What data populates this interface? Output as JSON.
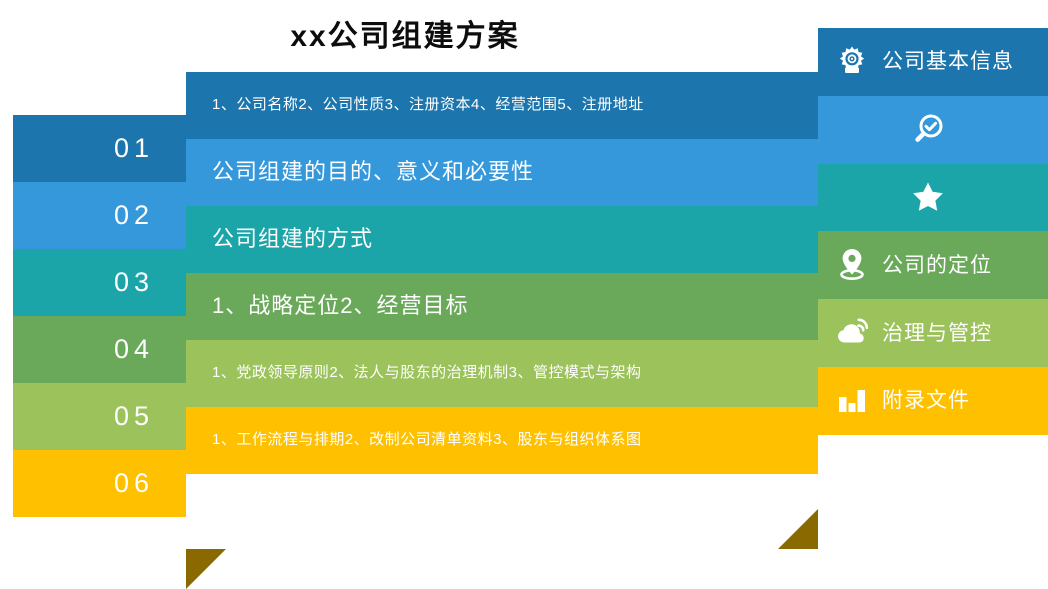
{
  "title": "xx公司组建方案",
  "palette": {
    "c1": "#1d75ad",
    "c2": "#3498db",
    "c3": "#1ba5a8",
    "c4": "#6aa85a",
    "c5": "#9cc25c",
    "c6": "#ffc000",
    "fold": "#8a6a00",
    "title_color": "#0d0d0d",
    "text_color": "#ffffff"
  },
  "numbers": [
    {
      "label": "01",
      "color": "#1d75ad"
    },
    {
      "label": "02",
      "color": "#3498db"
    },
    {
      "label": "03",
      "color": "#1ba5a8"
    },
    {
      "label": "04",
      "color": "#6aa85a"
    },
    {
      "label": "05",
      "color": "#9cc25c"
    },
    {
      "label": "06",
      "color": "#ffc000"
    }
  ],
  "bars": [
    {
      "text": "1、公司名称2、公司性质3、注册资本4、经营范围5、注册地址",
      "color": "#1d75ad",
      "size": "small"
    },
    {
      "text": "公司组建的目的、意义和必要性",
      "color": "#3498db",
      "size": "large"
    },
    {
      "text": "公司组建的方式",
      "color": "#1ba5a8",
      "size": "large"
    },
    {
      "text": "1、战略定位2、经营目标",
      "color": "#6aa85a",
      "size": "large"
    },
    {
      "text": "1、党政领导原则2、法人与股东的治理机制3、管控模式与架构",
      "color": "#9cc25c",
      "size": "small"
    },
    {
      "text": "1、工作流程与排期2、改制公司清单资料3、股东与组织体系图",
      "color": "#ffc000",
      "size": "small"
    }
  ],
  "sidebar": {
    "items": [
      {
        "label": "公司基本信息",
        "icon": "gear-icon",
        "color": "#1d75ad",
        "has_label": true
      },
      {
        "label": "",
        "icon": "search-check-icon",
        "color": "#3498db",
        "has_label": false
      },
      {
        "label": "",
        "icon": "star-icon",
        "color": "#1ba5a8",
        "has_label": false
      },
      {
        "label": "公司的定位",
        "icon": "location-pin-icon",
        "color": "#6aa85a",
        "has_label": true
      },
      {
        "label": "治理与管控",
        "icon": "cloud-signal-icon",
        "color": "#9cc25c",
        "has_label": true
      },
      {
        "label": "附录文件",
        "icon": "bar-chart-icon",
        "color": "#ffc000",
        "has_label": true
      }
    ]
  }
}
